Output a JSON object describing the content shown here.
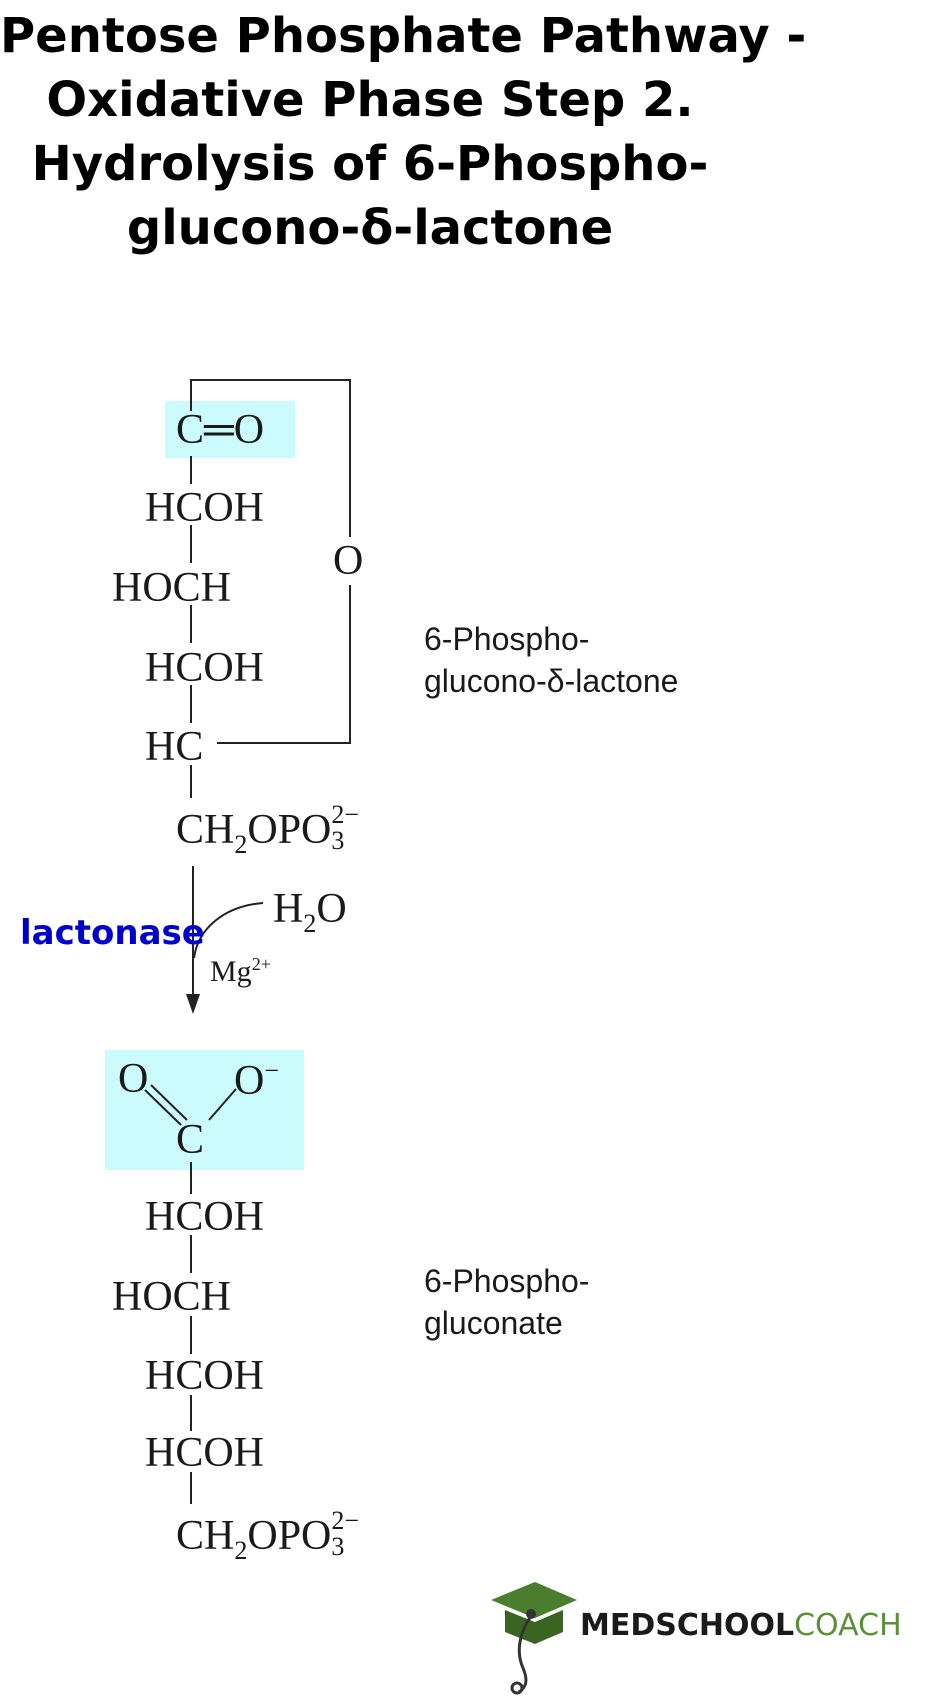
{
  "title": {
    "line1": "Pentose Phosphate Pathway -",
    "line2": "Oxidative Phase Step 2.",
    "line3": "Hydrolysis of 6-Phospho-",
    "line4": "glucono-δ-lactone"
  },
  "substrate": {
    "c1": "C═O",
    "ring_o": "O",
    "rows": [
      "HCOH",
      "HOCH",
      "HCOH",
      "HC"
    ],
    "tail_base": "CH",
    "tail_sub": "2",
    "tail_mid": "OPO",
    "tail_charge": "2−",
    "tail_count": "3",
    "name_line1": "6-Phospho-",
    "name_line2": "glucono-δ-lactone"
  },
  "reaction": {
    "enzyme": "lactonase",
    "water_base": "H",
    "water_sub": "2",
    "water_tail": "O",
    "cofactor_base": "Mg",
    "cofactor_charge": "2+"
  },
  "product": {
    "o_left": "O",
    "o_right": "O",
    "o_right_charge": "−",
    "carbon": "C",
    "rows": [
      "HCOH",
      "HOCH",
      "HCOH",
      "HCOH"
    ],
    "tail_base": "CH",
    "tail_sub": "2",
    "tail_mid": "OPO",
    "tail_charge": "2−",
    "tail_count": "3",
    "name_line1": "6-Phospho-",
    "name_line2": "gluconate"
  },
  "brand": {
    "part1": "MEDSCHOOL",
    "part2": "COACH"
  },
  "colors": {
    "highlight": "#ccfbfd",
    "enzyme": "#0000cc",
    "brand_green": "#5b8f3a"
  }
}
